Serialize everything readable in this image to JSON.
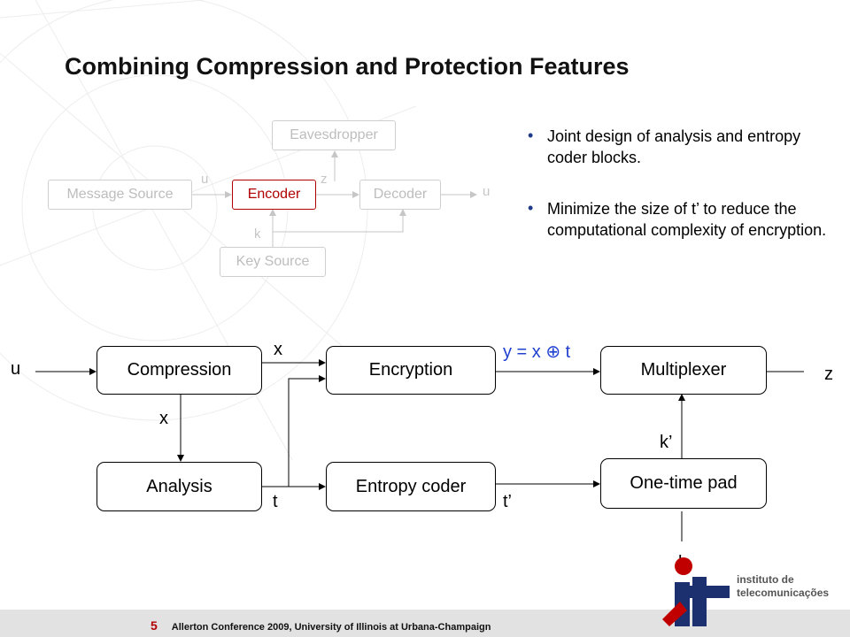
{
  "title": "Combining Compression and Protection Features",
  "small_diagram": {
    "eavesdropper": "Eavesdropper",
    "message_source": "Message Source",
    "encoder": "Encoder",
    "decoder": "Decoder",
    "key_source": "Key Source",
    "label_u_in": "u",
    "label_z": "z",
    "label_u_out": "u",
    "label_k": "k"
  },
  "bullets": [
    "Joint design of analysis and entropy coder blocks.",
    "Minimize the size of t’ to reduce the computational complexity of encryption."
  ],
  "main_diagram": {
    "compression": "Compression",
    "encryption": "Encryption",
    "multiplexer": "Multiplexer",
    "analysis": "Analysis",
    "entropy_coder": "Entropy coder",
    "one_time_pad": "One-time pad",
    "label_u": "u",
    "label_x_top": "x",
    "label_x_side": "x",
    "label_y": "y = x ⊕ t",
    "label_z": "z",
    "label_t": "t",
    "label_t_prime": "t’",
    "label_k_prime": "k’",
    "label_k": "k"
  },
  "footer": {
    "page_number": "5",
    "text": "Allerton Conference 2009, University of Illinois at Urbana-Champaign"
  },
  "logo": {
    "mark": "it",
    "line1": "instituto de",
    "line2": "telecomunicações",
    "accent_color": "#c00000",
    "dark_color": "#1c2f6e"
  }
}
